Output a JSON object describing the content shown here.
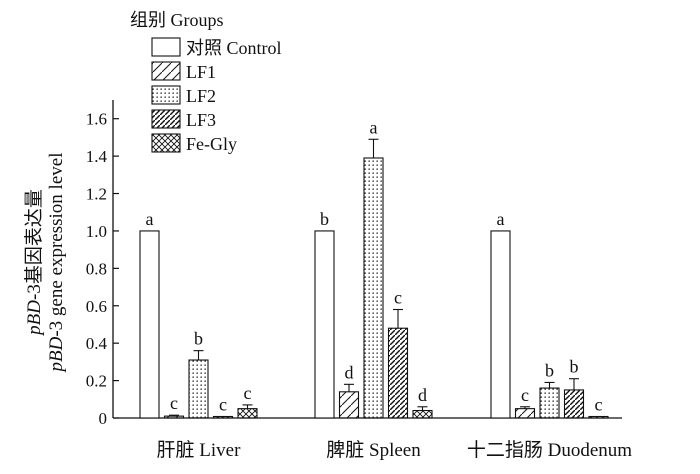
{
  "chart_data": {
    "type": "bar",
    "ylabel_cn": "pBD-3基因表达量",
    "ylabel_en": "pBD-3 gene expression level",
    "ylim": [
      0,
      1.7
    ],
    "yticks": [
      "0",
      "0.2",
      "0.4",
      "0.6",
      "0.8",
      "1.0",
      "1.2",
      "1.4",
      "1.6"
    ],
    "ytick_values": [
      0,
      0.2,
      0.4,
      0.6,
      0.8,
      1.0,
      1.2,
      1.4,
      1.6
    ],
    "legend_title": "组别 Groups",
    "legend_placement": "top-left",
    "categories": [
      "肝脏  Liver",
      "脾脏  Spleen",
      "十二指肠  Duodenum"
    ],
    "series": [
      {
        "name": "对照 Control",
        "pattern": "blank",
        "values": [
          1.0,
          1.0,
          1.0
        ],
        "errors": [
          0,
          0,
          0
        ],
        "labels": [
          "a",
          "b",
          "a"
        ]
      },
      {
        "name": "LF1",
        "pattern": "single-hatch",
        "values": [
          0.01,
          0.14,
          0.05
        ],
        "errors": [
          0.005,
          0.04,
          0.01
        ],
        "labels": [
          "c",
          "d",
          "c"
        ]
      },
      {
        "name": "LF2",
        "pattern": "dots",
        "values": [
          0.31,
          1.39,
          0.16
        ],
        "errors": [
          0.05,
          0.1,
          0.03
        ],
        "labels": [
          "b",
          "a",
          "b"
        ]
      },
      {
        "name": "LF3",
        "pattern": "dense-hatch",
        "values": [
          0.005,
          0.48,
          0.15
        ],
        "errors": [
          0,
          0.1,
          0.06
        ],
        "labels": [
          "c",
          "c",
          "b"
        ]
      },
      {
        "name": "Fe-Gly",
        "pattern": "crosshatch",
        "values": [
          0.05,
          0.04,
          0.0
        ],
        "errors": [
          0.02,
          0.02,
          0
        ],
        "labels": [
          "c",
          "d",
          "c"
        ]
      }
    ]
  }
}
